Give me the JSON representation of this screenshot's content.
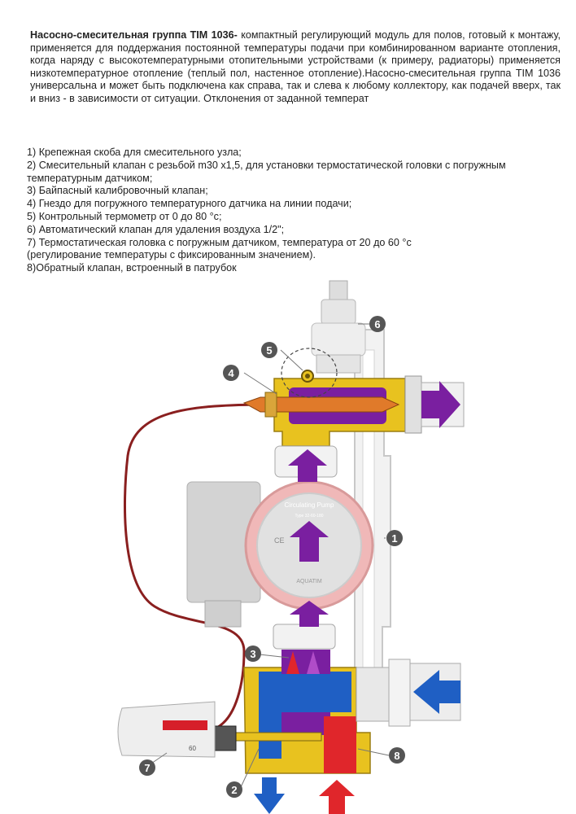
{
  "intro": {
    "title": "Насосно-смесительная группа TIM 1036-",
    "body": " компактный регулирующий модуль для полов, готовый к монтажу, применяется для поддержания постоянной температуры подачи при комбинированном варианте отопления, когда наряду с высокотемпературными отопительными устройствами (к примеру, радиаторы) применяется низкотемпературное отопление (теплый пол, настенное отопление).Насосно-смесительная группа TIM 1036 универсальна и может быть подключена как справа, так и слева к любому коллектору, как подачей вверх, так и вниз - в зависимости от ситуации. Отклонения от заданной температ"
  },
  "legend": [
    "1) Крепежная скоба для смесительного узла;",
    "2) Смесительный клапан с резьбой m30 x1,5, для установки термостатической головки с погружным температурным датчиком;",
    "3) Байпасный калибровочный клапан;",
    "4) Гнездо для погружного температурного датчика на линии подачи;",
    "5) Контрольный термометр от 0 до 80 °c;",
    "6) Автоматический клапан для удаления воздуха 1/2\";",
    "7) Термостатическая головка с погружным датчиком, температура от 20 до 60 °c",
    " (регулирование температуры с фиксированным значением).",
    "8)Обратный клапан, встроенный в патрубок"
  ],
  "diagram": {
    "callouts": [
      "1",
      "2",
      "3",
      "4",
      "5",
      "6",
      "7",
      "8"
    ],
    "pump_title": "Circulating Pump",
    "pump_type": "Type 32-60-180",
    "pump_brand": "AQUATIM",
    "pump_ce": "CE",
    "head_dial": "60",
    "colors": {
      "hot_purple": "#7a1fa0",
      "cold_blue": "#1f5fc4",
      "return_red": "#e0262b",
      "brass": "#e8c21f",
      "pump_pink": "#f0b8b8",
      "callout_bg": "#555555",
      "capillary": "#8a1f1f"
    }
  }
}
